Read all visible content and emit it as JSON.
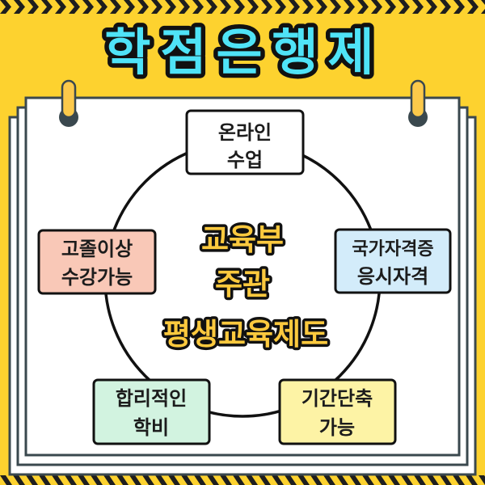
{
  "title": {
    "text": "학점은행제",
    "fill": "#4fe3f7",
    "stroke": "#111111"
  },
  "center": {
    "lines": [
      "교육부",
      "주관",
      "평생교육제도"
    ],
    "fill": "#fcc93e",
    "stroke": "#111111"
  },
  "features": [
    {
      "position": "top",
      "lines": [
        "온라인",
        "수업"
      ],
      "bg": "#ffffff"
    },
    {
      "position": "left",
      "lines": [
        "고졸이상",
        "수강가능"
      ],
      "bg": "#f9c8b7"
    },
    {
      "position": "right",
      "lines": [
        "국가자격증",
        "응시자격"
      ],
      "bg": "#d3ecfa"
    },
    {
      "position": "bottom-left",
      "lines": [
        "합리적인",
        "학비"
      ],
      "bg": "#d2f3e0"
    },
    {
      "position": "bottom-right",
      "lines": [
        "기간단축",
        "가능"
      ],
      "bg": "#fdf3a5"
    }
  ],
  "colors": {
    "background": "#fdd22f",
    "stripe_dark": "#1e1e1e",
    "paper": "#ffffff",
    "paper_border": "#3a484e",
    "pin": "#fcc94a",
    "text": "#1c1c1c"
  }
}
